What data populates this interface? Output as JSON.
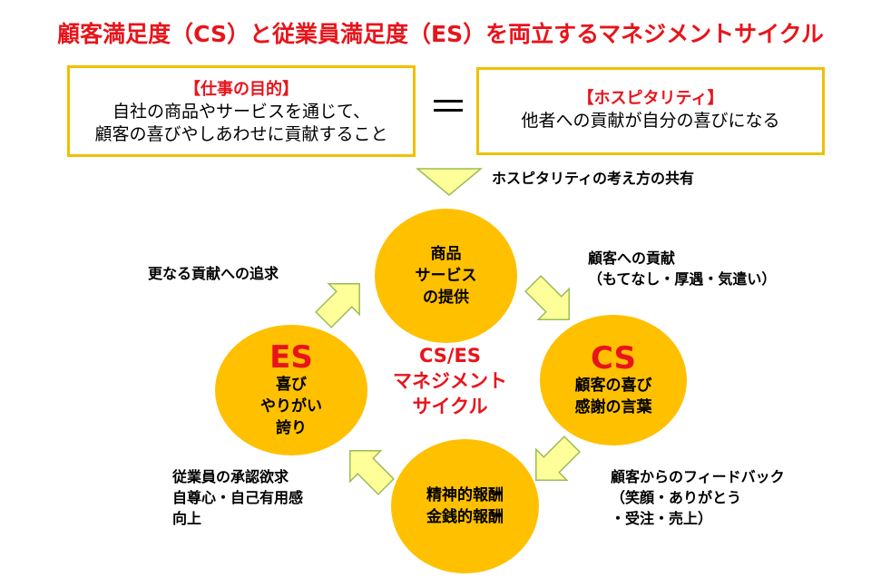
{
  "title": "顧客満足度（CS）と従業員満足度（ES）を両立するマネジメントサイクル",
  "left_box": {
    "heading": "【仕事の目的】",
    "line1": "自社の商品やサービスを通じて、",
    "line2": "顧客の喜びやしあわせに貢献すること"
  },
  "equals": "＝",
  "right_box": {
    "heading": "【ホスピタリティ】",
    "line1": "他者への貢献が自分の喜びになる"
  },
  "share_label": "ホスピタリティの考え方の共有",
  "cycle": {
    "center": "CS/ES\nマネジメント\nサイクル",
    "top": "商品\nサービス\nの提供",
    "right_big": "CS",
    "right_text": "顧客の喜び\n感謝の言葉",
    "bottom": "精神的報酬\n金銭的報酬",
    "left_big": "ES",
    "left_text": "喜び\nやりがい\n誇り"
  },
  "labels": {
    "top_right": "顧客への貢献\n（もてなし・厚遇・気遣い）",
    "bottom_right": "顧客からのフィードバック\n（笑顔・ありがとう\n・受注・売上）",
    "bottom_left": "従業員の承認欲求\n自尊心・自己有用感\n向上",
    "top_left": "更なる貢献への追求"
  },
  "colors": {
    "accent_red": "#e8141b",
    "circle_fill": "#ffc000",
    "box_border": "#f0c000",
    "arrow_fill": "#ffff99",
    "arrow_stroke": "#9bbb59"
  }
}
